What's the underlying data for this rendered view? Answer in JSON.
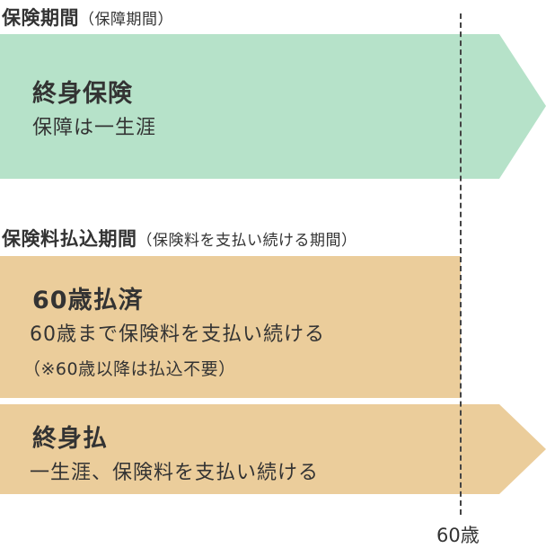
{
  "colors": {
    "coverage": "#b6e2c9",
    "premium": "#ebcd9b",
    "text": "#333333",
    "dashed_line": "#444444"
  },
  "coverage_period": {
    "title": "保険期間",
    "subtitle": "（保障期間）",
    "block": {
      "title": "終身保険",
      "text": "保障は一生涯"
    }
  },
  "premium_period": {
    "title": "保険料払込期間",
    "subtitle": "（保険料を支払い続ける期間）",
    "blocks": [
      {
        "title": "60歳払済",
        "text": "60歳まで保険料を支払い続ける",
        "note": "（※60歳以降は払込不要）"
      },
      {
        "title": "終身払",
        "text": "一生涯、保険料を支払い続ける"
      }
    ]
  },
  "marker": {
    "label": "60歳"
  }
}
